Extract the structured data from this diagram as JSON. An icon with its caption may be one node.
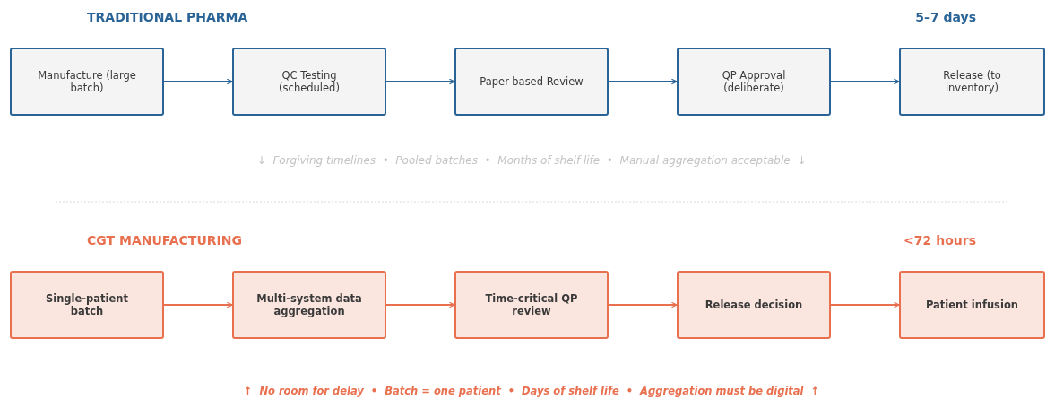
{
  "diagram": {
    "nodes": [
      {
        "text": [
          "Manufacture (large batch)"
        ]
      },
      {
        "text": [
          "QC Testing (scheduled)"
        ]
      },
      {
        "text": [
          "Paper-based Review"
        ]
      },
      {
        "text": [
          "QP Approval (deliberate)"
        ]
      },
      {
        "text": [
          "Release (to inventory)"
        ]
      },
      {
        "text": [
          "Single-patient batch"
        ]
      },
      {
        "text": [
          "Multi-system data aggregation"
        ]
      },
      {
        "text": [
          "Time-critical QP review"
        ]
      },
      {
        "text": [
          "Release decision"
        ]
      },
      {
        "text": [
          "Patient infusion"
        ]
      }
    ],
    "edges": [
      {
        "from": 0,
        "to": 1,
        "arrow": "to"
      },
      {
        "from": 1,
        "to": 2,
        "arrow": "to"
      },
      {
        "from": 2,
        "to": 3,
        "arrow": "to"
      },
      {
        "from": 3,
        "to": 4,
        "arrow": "to"
      },
      {
        "from": 5,
        "to": 6,
        "arrow": "to",
        "color": "#e8704f"
      },
      {
        "from": 6,
        "to": 7,
        "arrow": "to",
        "color": "#e8704f"
      },
      {
        "from": 7,
        "to": 8,
        "arrow": "to",
        "color": "#e8704f"
      },
      {
        "from": 8,
        "to": 9,
        "arrow": "to",
        "color": "#e8704f"
      }
    ],
    "labels": [
      "TRADITIONAL PHARMA",
      "5–7 days",
      "↓  Forgiving timelines  •  Pooled batches  •  Months of shelf life  •  Manual aggregation acceptable  ↓",
      "CGT MANUFACTURING",
      "<72 hours",
      "↑  No room for delay  •  Batch = one patient  •  Days of shelf life  •  Aggregation must be digital  ↑"
    ]
  }
}
